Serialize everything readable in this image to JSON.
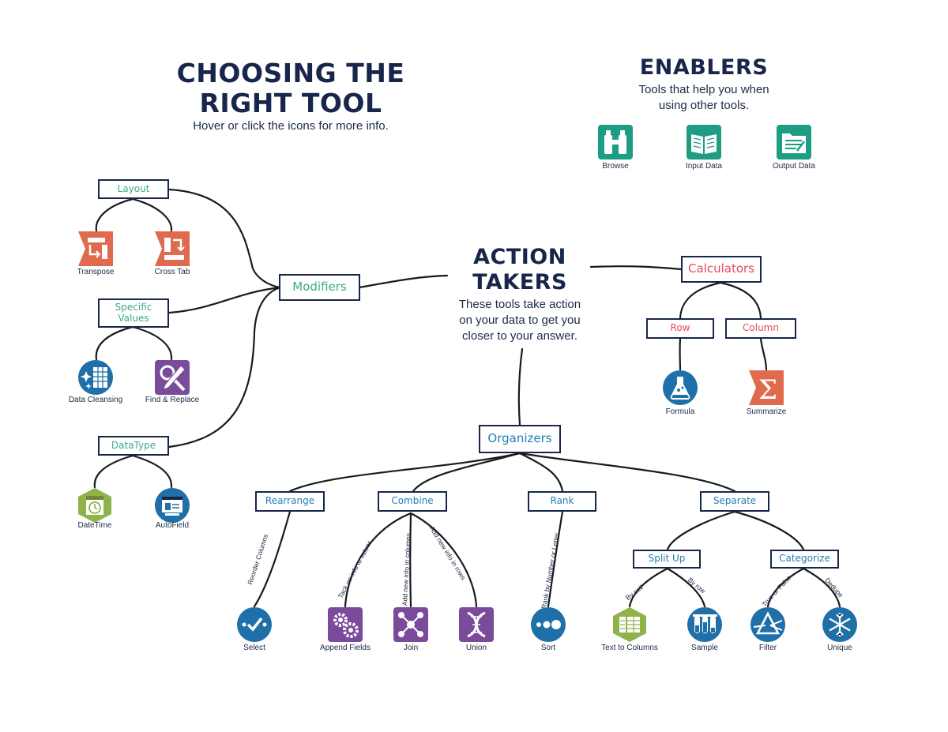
{
  "header": {
    "title_line1": "CHOOSING THE",
    "title_line2": "RIGHT TOOL",
    "subtitle": "Hover or click the icons for more info."
  },
  "enablers": {
    "title": "ENABLERS",
    "desc_line1": "Tools that help you when",
    "desc_line2": "using other tools.",
    "tools": [
      {
        "label": "Browse",
        "icon": "binoculars-icon"
      },
      {
        "label": "Input Data",
        "icon": "open-book-icon"
      },
      {
        "label": "Output Data",
        "icon": "folder-document-icon"
      }
    ]
  },
  "action": {
    "title_line1": "ACTION",
    "title_line2": "TAKERS",
    "desc_line1": "These tools take action",
    "desc_line2": "on your data to get you",
    "desc_line3": "closer to your answer."
  },
  "modifiers": {
    "label": "Modifiers",
    "layout": {
      "label": "Layout",
      "tools": [
        "Transpose",
        "Cross Tab"
      ]
    },
    "specific": {
      "label_line1": "Specific",
      "label_line2": "Values",
      "tools": [
        "Data Cleansing",
        "Find & Replace"
      ]
    },
    "datatype": {
      "label": "DataType",
      "tools": [
        "DateTime",
        "AutoField"
      ]
    }
  },
  "calculators": {
    "label": "Calculators",
    "row": {
      "label": "Row",
      "tool": "Formula"
    },
    "column": {
      "label": "Column",
      "tool": "Summarize"
    }
  },
  "organizers": {
    "label": "Organizers",
    "rearrange": {
      "label": "Rearrange",
      "edge": "Reorder Columns",
      "tool": "Select"
    },
    "combine": {
      "label": "Combine",
      "edges": [
        "Tack on info to values",
        "Add new info in columns",
        "Add new info in rows"
      ],
      "tools": [
        "Append Fields",
        "Join",
        "Union"
      ]
    },
    "rank": {
      "label": "Rank",
      "edge": "Rank by Number or Letter",
      "tool": "Sort"
    },
    "separate": {
      "label": "Separate",
      "splitup": {
        "label": "Split Up",
        "edges": [
          "By cell",
          "By row"
        ],
        "tools": [
          "Text to Columns",
          "Sample"
        ]
      },
      "categorize": {
        "label": "Categorize",
        "edges": [
          "True or False",
          "Dedupe"
        ],
        "tools": [
          "Filter",
          "Unique"
        ]
      }
    }
  },
  "colors": {
    "navy": "#17264a",
    "teal": "#1d9e84",
    "orange": "#e06a4e",
    "blue": "#1f6fa8",
    "purple": "#7a4a9b",
    "lime": "#8fb24a",
    "red": "#e24a5a"
  }
}
